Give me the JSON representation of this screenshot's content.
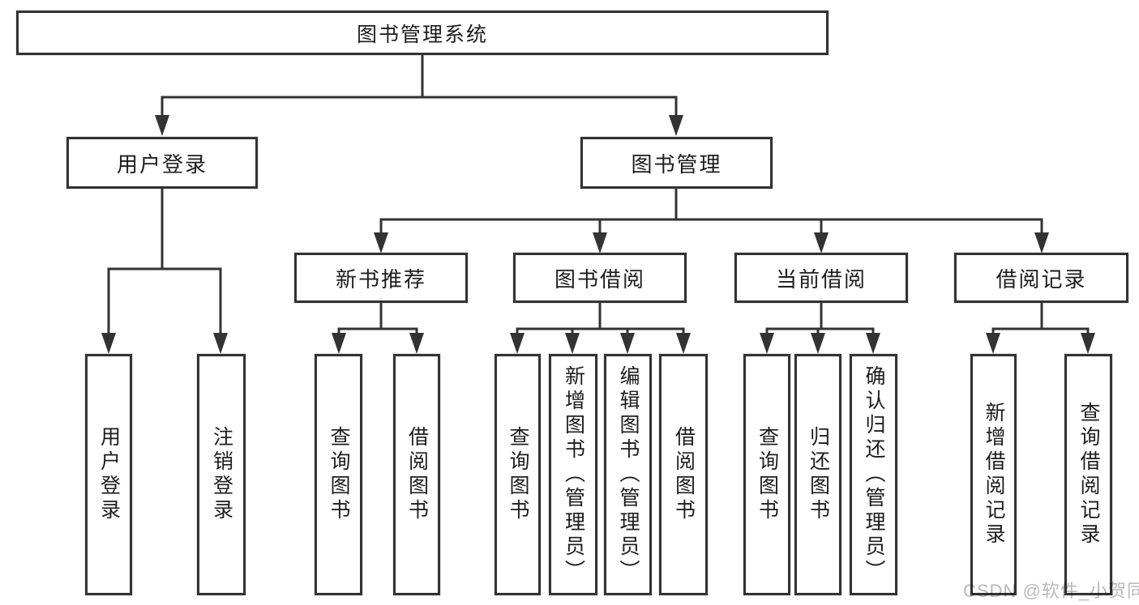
{
  "tree": {
    "root": {
      "label": "图书管理系统"
    },
    "branches": [
      {
        "label": "用户登录",
        "children": [
          {
            "label": "用户登录"
          },
          {
            "label": "注销登录"
          }
        ]
      },
      {
        "label": "图书管理",
        "children": [
          {
            "label": "新书推荐",
            "children": [
              {
                "label": "查询图书"
              },
              {
                "label": "借阅图书"
              }
            ]
          },
          {
            "label": "图书借阅",
            "children": [
              {
                "label": "查询图书"
              },
              {
                "label": "新增图书（管理员）"
              },
              {
                "label": "编辑图书（管理员）"
              },
              {
                "label": "借阅图书"
              }
            ]
          },
          {
            "label": "当前借阅",
            "children": [
              {
                "label": "查询图书"
              },
              {
                "label": "归还图书"
              },
              {
                "label": "确认归还（管理员）"
              }
            ]
          },
          {
            "label": "借阅记录",
            "children": [
              {
                "label": "新增借阅记录"
              },
              {
                "label": "查询借阅记录"
              }
            ]
          }
        ]
      }
    ]
  },
  "watermark": {
    "text": "CSDN @软件_小贺同学",
    "color": "#b7bac0"
  },
  "colors": {
    "line": "#333333",
    "box_border": "#333333",
    "box_bg": "#ffffff",
    "text": "#1d1d1d"
  }
}
